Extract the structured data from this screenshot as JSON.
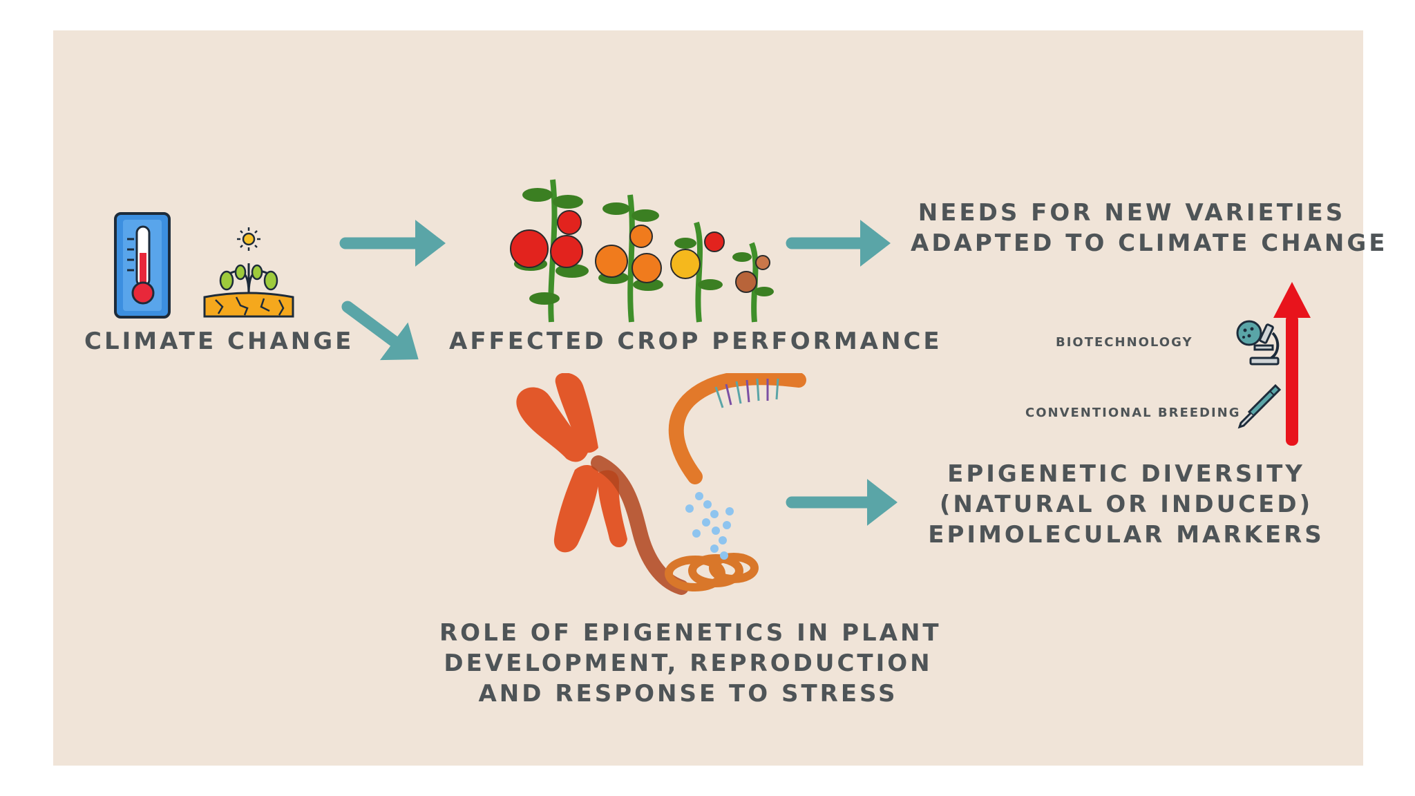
{
  "labels": {
    "climate_change": "CLIMATE CHANGE",
    "affected_crop": "AFFECTED CROP PERFORMANCE",
    "needs_line1": "NEEDS FOR NEW VARIETIES",
    "needs_line2": "ADAPTED TO CLIMATE CHANGE",
    "biotechnology": "BIOTECHNOLOGY",
    "conventional_breeding": "CONVENTIONAL BREEDING",
    "epi_line1": "EPIGENETIC DIVERSITY",
    "epi_line2": "(NATURAL OR INDUCED)",
    "epi_line3": "EPIMOLECULAR MARKERS",
    "role_line1": "ROLE OF EPIGENETICS IN PLANT",
    "role_line2": "DEVELOPMENT, REPRODUCTION",
    "role_line3": "AND RESPONSE TO STRESS"
  },
  "colors": {
    "panel_bg": "#f0e4d8",
    "text": "#4e5457",
    "flow_arrow": "#5aa5a7",
    "up_arrow": "#e8141c"
  },
  "icons": [
    "thermometer-icon",
    "drought-plant-icon",
    "tomato-plants-icon",
    "chromosome-dna-icon",
    "microscope-icon",
    "pipette-icon"
  ]
}
